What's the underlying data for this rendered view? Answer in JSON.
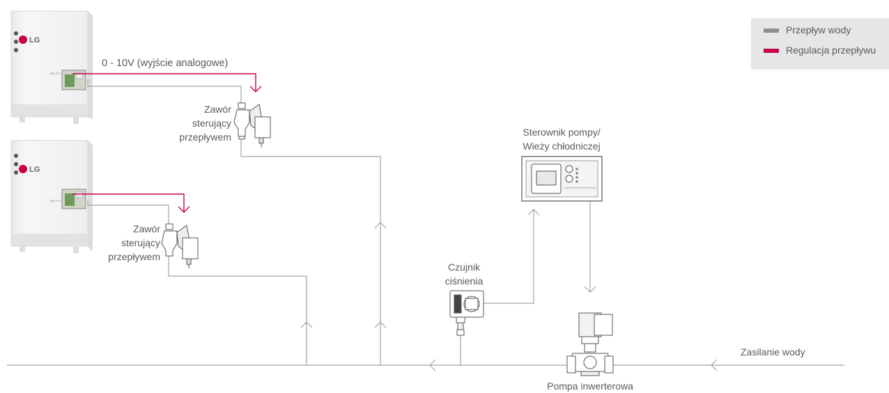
{
  "legend": {
    "items": [
      {
        "label": "Przepływ wody",
        "color": "#8f8f8f"
      },
      {
        "label": "Regulacja przepływu",
        "color": "#c8004c"
      }
    ]
  },
  "units": {
    "brand": "LG",
    "model_mark": "MULTI V"
  },
  "labels": {
    "signal": "0 - 10V (wyjście analogowe)",
    "valve_top": [
      "Zawór",
      "sterujący",
      "przepływem"
    ],
    "valve_bottom": [
      "Zawór",
      "sterujący",
      "przepływem"
    ],
    "controller": [
      "Sterownik pompy/",
      "Wieży chłodniczej"
    ],
    "sensor": [
      "Czujnik",
      "ciśnienia"
    ],
    "water_supply": "Zasilanie wody",
    "pump": "Pompa inwerterowa"
  },
  "colors": {
    "water_line": "#9a9a9a",
    "control_line": "#c8004c",
    "unit_body": "#f3f3f3"
  }
}
